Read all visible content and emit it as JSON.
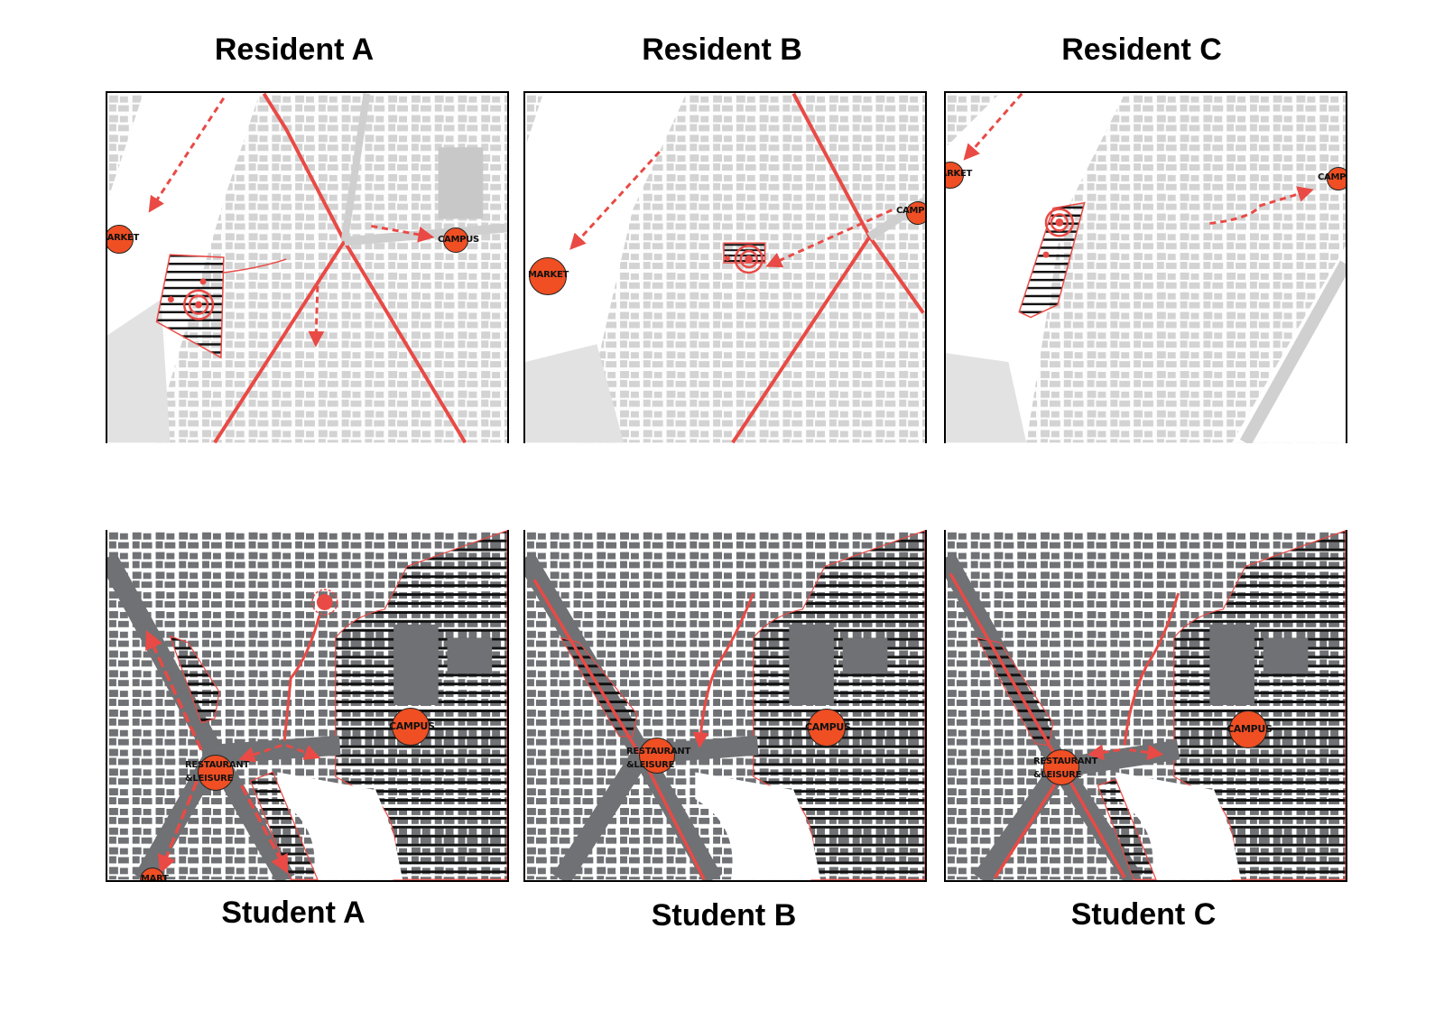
{
  "panels": {
    "resident_a": {
      "title": "Resident A",
      "market": "MARKET",
      "campus": "CAMPUS"
    },
    "resident_b": {
      "title": "Resident B",
      "market": "MARKET",
      "campus": "CAMPUS"
    },
    "resident_c": {
      "title": "Resident C",
      "market": "MARKET",
      "campus": "CAMPUS"
    },
    "student_a": {
      "title": "Student A",
      "restaurant_line1": "RESTAURANT",
      "restaurant_line2": "&LEISURE",
      "campus": "CAMPUS",
      "mart": "MART"
    },
    "student_b": {
      "title": "Student B",
      "restaurant_line1": "RESTAURANT",
      "restaurant_line2": "&LEISURE",
      "campus": "CAMPUS"
    },
    "student_c": {
      "title": "Student C",
      "restaurant_line1": "RESTAURANT",
      "restaurant_line2": "&LEISURE",
      "campus": "CAMPUS"
    }
  },
  "colors": {
    "route_red": "#e94a45",
    "poi_orange": "#ef4f23",
    "light_block": "#d3d3d3",
    "dark_block": "#6f7174"
  }
}
